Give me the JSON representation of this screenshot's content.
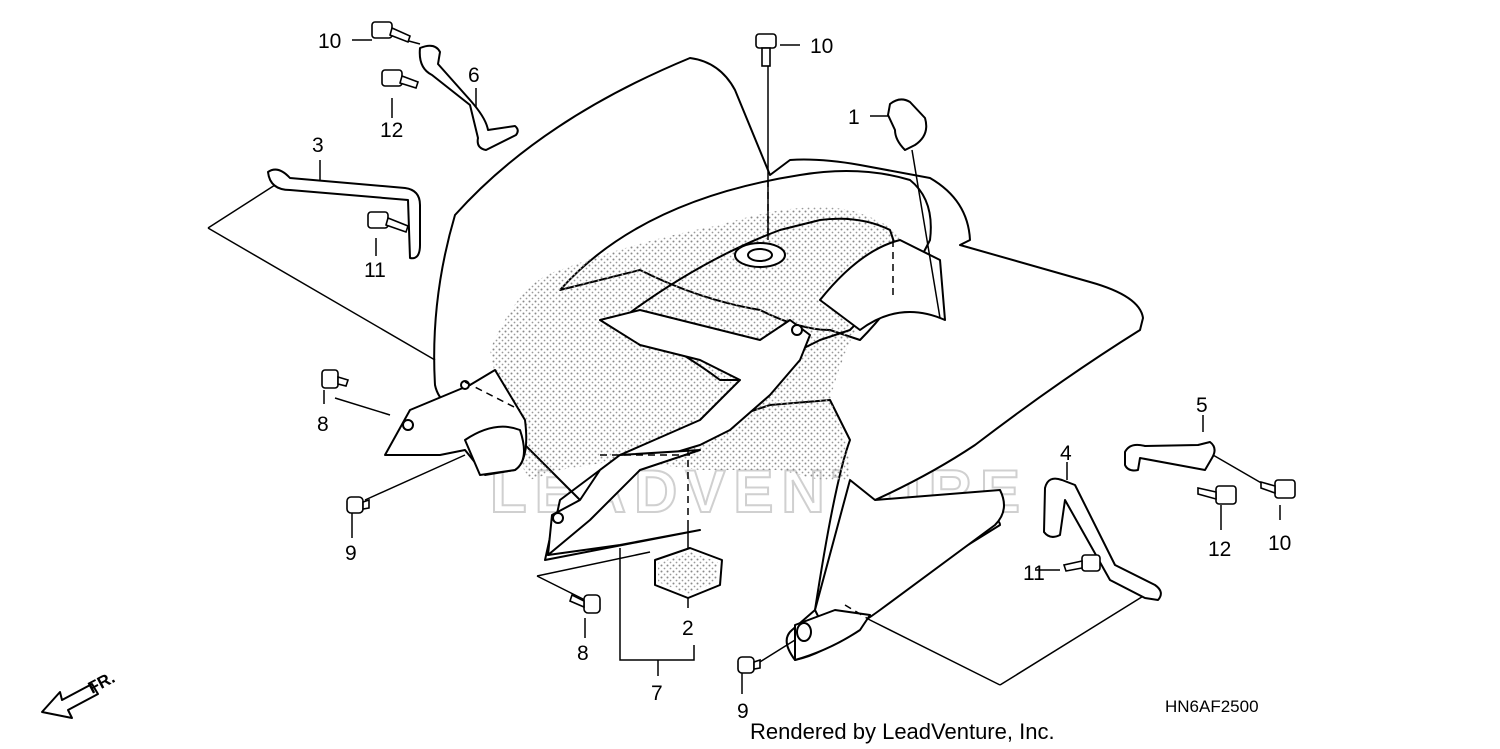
{
  "diagram": {
    "callouts": {
      "c1": "1",
      "c2": "2",
      "c3": "3",
      "c4": "4",
      "c5": "5",
      "c6": "6",
      "c7": "7",
      "c8a": "8",
      "c8b": "8",
      "c9a": "9",
      "c9b": "9",
      "c10a": "10",
      "c10b": "10",
      "c10c": "10",
      "c11a": "11",
      "c11b": "11",
      "c12a": "12",
      "c12b": "12"
    },
    "front_indicator": "FR.",
    "diagram_code": "HN6AF2500",
    "footer": "Rendered by LeadVenture, Inc.",
    "watermark": "LEADVENTURE"
  }
}
